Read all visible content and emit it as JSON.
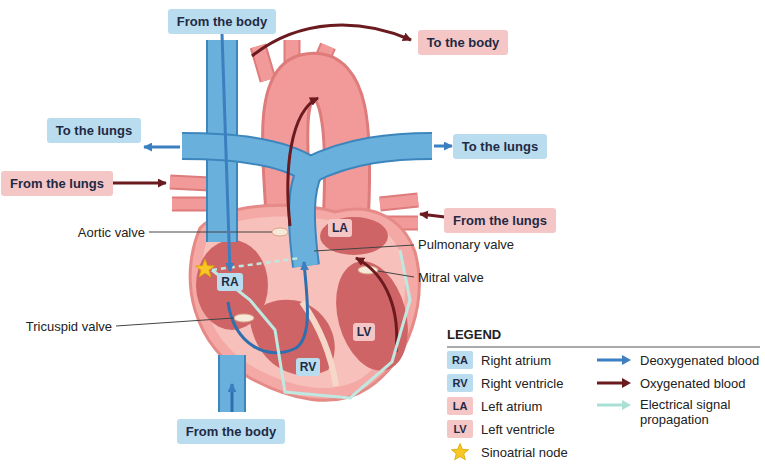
{
  "diagram": {
    "nodes": [
      {
        "text": [
          "From the body"
        ]
      },
      {
        "text": [
          "To the body"
        ]
      },
      {
        "text": [
          "To the lungs"
        ]
      },
      {
        "text": [
          "To the lungs"
        ]
      },
      {
        "text": [
          "From the lungs"
        ]
      },
      {
        "text": [
          "From the lungs"
        ]
      },
      {
        "text": [
          "LA"
        ]
      },
      {
        "text": [
          "RA"
        ]
      },
      {
        "text": [
          "LV"
        ]
      },
      {
        "text": [
          "RV"
        ]
      },
      {
        "text": [
          "From the body"
        ]
      }
    ],
    "edges": [
      {
        "from": 0,
        "to": 7,
        "arrow": "to"
      }
    ],
    "labels": [
      "Aortic valve",
      "Pulmonary valve",
      "Mitral valve",
      "Tricuspid valve",
      "LEGEND",
      "RA",
      "RV",
      "LA",
      "LV"
    ],
    "legend": [
      {
        "text": "Right atrium",
        "color": "#b9dcef"
      },
      {
        "text": "Right ventricle",
        "color": "#b9dcef"
      },
      {
        "text": "Left atrium",
        "color": "#f4c6c6"
      },
      {
        "text": "Left ventricle",
        "color": "#f4c6c6"
      },
      {
        "text": "Sinoatrial node"
      },
      {
        "text": "Deoxygenated blood"
      },
      {
        "text": "Oxygenated blood"
      },
      {
        "text": "Electrical signal propagation"
      }
    ]
  }
}
